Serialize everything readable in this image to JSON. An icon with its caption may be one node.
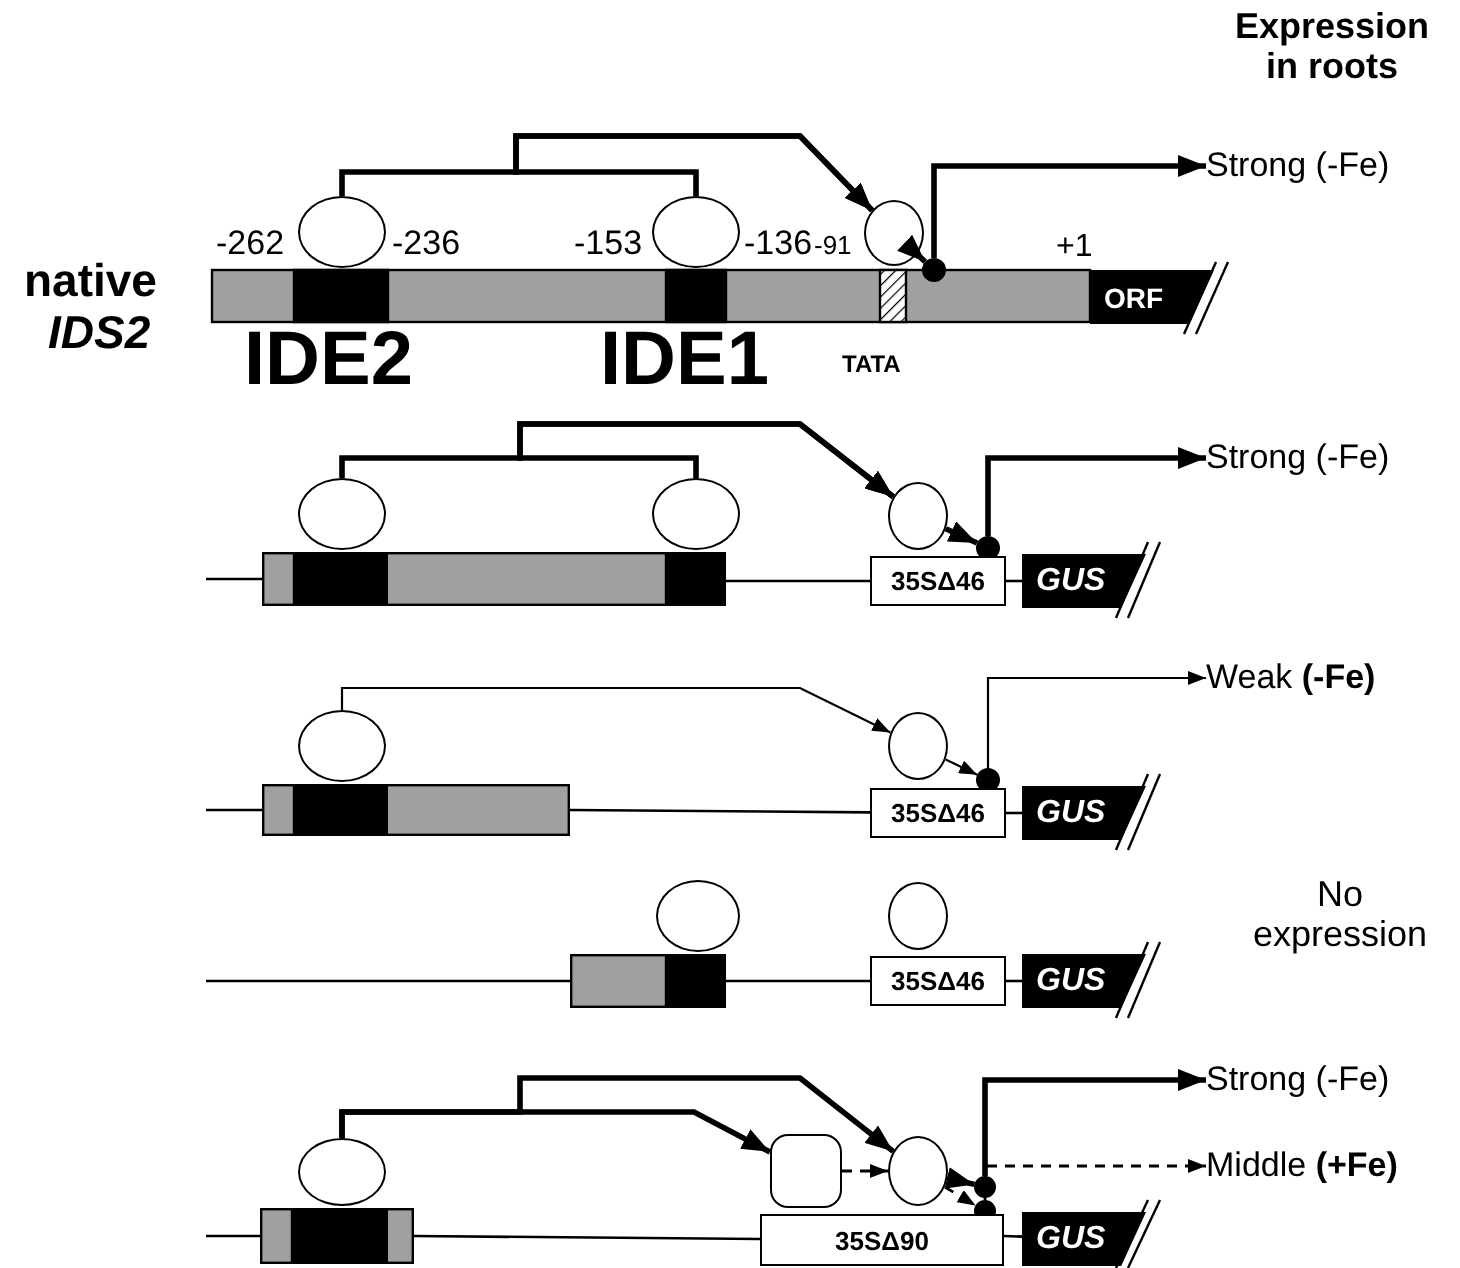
{
  "diagram": {
    "nodes": [
      {
        "text": [],
        "shape": "oval"
      },
      {
        "text": [],
        "shape": "oval"
      },
      {
        "text": [],
        "shape": "oval"
      },
      {
        "text": [],
        "shape": "dot"
      },
      {
        "text": [
          "ORF"
        ]
      },
      {
        "text": [
          "Strong (-Fe)"
        ]
      },
      {
        "text": [],
        "shape": "oval"
      },
      {
        "text": [],
        "shape": "oval"
      },
      {
        "text": [],
        "shape": "oval"
      },
      {
        "text": [],
        "shape": "dot"
      },
      {
        "text": [
          "35SΔ46"
        ]
      },
      {
        "text": [
          "GUS"
        ]
      },
      {
        "text": [
          "Strong (-Fe)"
        ]
      },
      {
        "text": [],
        "shape": "oval"
      },
      {
        "text": [],
        "shape": "oval"
      },
      {
        "text": [],
        "shape": "dot"
      },
      {
        "text": [
          "35SΔ46"
        ]
      },
      {
        "text": [
          "GUS"
        ]
      },
      {
        "text": [
          "Weak **(-Fe)**"
        ]
      },
      {
        "text": [],
        "shape": "oval"
      },
      {
        "text": [],
        "shape": "oval"
      },
      {
        "text": [
          "35SΔ46"
        ]
      },
      {
        "text": [
          "GUS"
        ]
      },
      {
        "text": [],
        "shape": "oval"
      },
      {
        "text": [],
        "shape": "box"
      },
      {
        "text": [],
        "shape": "oval"
      },
      {
        "text": [],
        "shape": "dot"
      },
      {
        "text": [],
        "shape": "dot"
      },
      {
        "text": [
          "35SΔ90"
        ]
      },
      {
        "text": [
          "GUS"
        ]
      },
      {
        "text": [
          "Strong (-Fe)"
        ]
      },
      {
        "text": [
          "Middle **(+Fe)**"
        ]
      },
      {
        "text": [],
        "shape": "bar"
      },
      {
        "text": [],
        "shape": "bar"
      },
      {
        "text": [],
        "shape": "bar"
      },
      {
        "text": [],
        "shape": "bar"
      }
    ],
    "edges": [
      {
        "from": 0,
        "to": 2,
        "arrow": "to"
      },
      {
        "from": 1,
        "to": 2,
        "arrow": "to"
      },
      {
        "from": 2,
        "to": 3,
        "arrow": "to"
      },
      {
        "from": 3,
        "to": 5,
        "arrow": "to"
      },
      {
        "from": 6,
        "to": 8,
        "arrow": "to"
      },
      {
        "from": 7,
        "to": 8,
        "arrow": "to"
      },
      {
        "from": 8,
        "to": 9,
        "arrow": "to"
      },
      {
        "from": 9,
        "to": 12,
        "arrow": "to"
      },
      {
        "from": 13,
        "to": 14,
        "arrow": "to"
      },
      {
        "from": 14,
        "to": 15,
        "arrow": "to"
      },
      {
        "from": 15,
        "to": 18,
        "arrow": "to"
      },
      {
        "from": 23,
        "to": 24,
        "arrow": "to"
      },
      {
        "from": 23,
        "to": 25,
        "arrow": "to"
      },
      {
        "from": 24,
        "to": 25,
        "arrow": "to",
        "style": "dashed"
      },
      {
        "from": 25,
        "to": 26,
        "arrow": "to"
      },
      {
        "from": 25,
        "to": 27,
        "arrow": "to",
        "style": "dashed"
      },
      {
        "from": 26,
        "to": 30,
        "arrow": "to"
      },
      {
        "from": 27,
        "to": 31,
        "arrow": "to",
        "style": "dashed"
      },
      {
        "from": null,
        "to": 32,
        "arrow": "none"
      },
      {
        "from": 32,
        "to": 10,
        "arrow": "none"
      },
      {
        "from": 10,
        "to": 11,
        "arrow": "none"
      },
      {
        "from": null,
        "to": 33,
        "arrow": "none"
      },
      {
        "from": 33,
        "to": 16,
        "arrow": "none"
      },
      {
        "from": 16,
        "to": 17,
        "arrow": "none"
      },
      {
        "from": null,
        "to": 34,
        "arrow": "none"
      },
      {
        "from": 34,
        "to": 21,
        "arrow": "none"
      },
      {
        "from": 21,
        "to": 22,
        "arrow": "none"
      },
      {
        "from": null,
        "to": 35,
        "arrow": "none"
      },
      {
        "from": 35,
        "to": 28,
        "arrow": "none"
      },
      {
        "from": 28,
        "to": 29,
        "arrow": "none"
      }
    ],
    "labels": [
      "Expression in roots",
      "native",
      "IDS2",
      "-262",
      "-236",
      "-153",
      "-136",
      "-91",
      "+1",
      "IDE2",
      "IDE1",
      "TATA",
      "No expression"
    ]
  }
}
